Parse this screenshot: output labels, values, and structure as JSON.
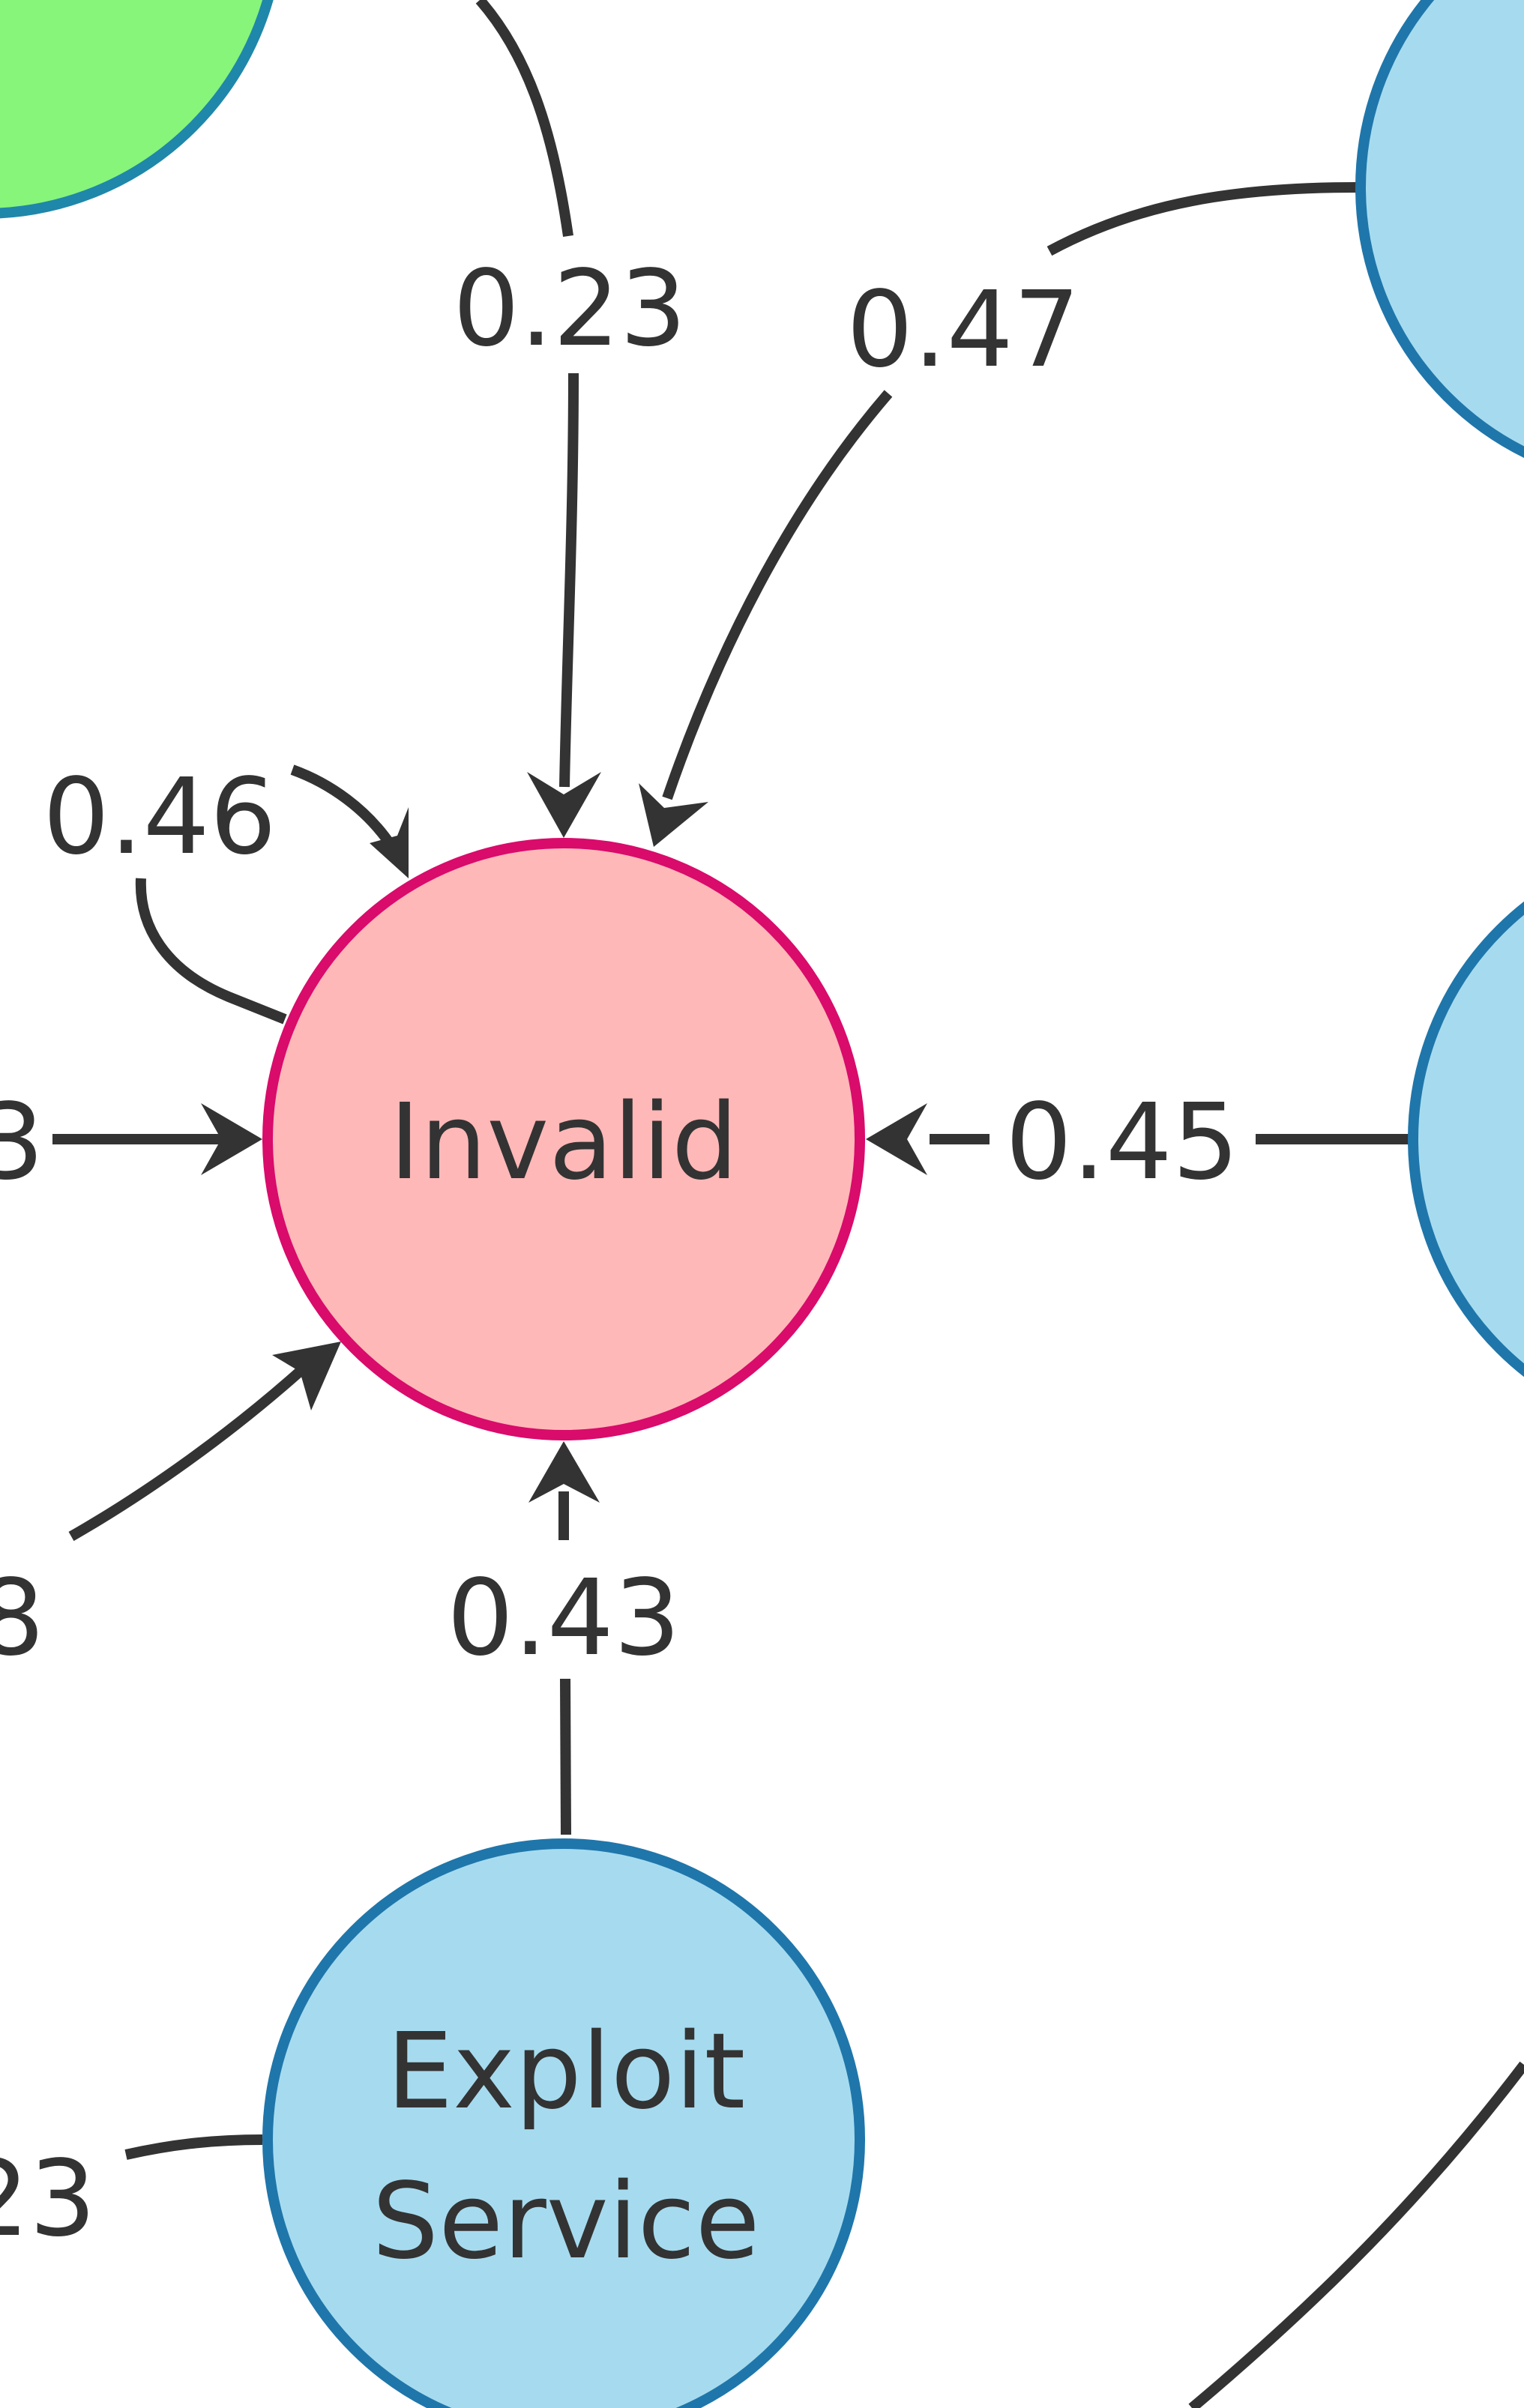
{
  "colors": {
    "edge": "#333333",
    "invalid_fill": "#FFB8B8",
    "invalid_stroke": "#D90B6B",
    "blue_fill": "#A6DBEF",
    "blue_stroke": "#1F76AA",
    "green_fill": "#86F57A",
    "green_stroke": "#1F87AA"
  },
  "nodes": {
    "invalid": {
      "label": "Invalid"
    },
    "exploit_service": {
      "line1": "Exploit",
      "line2": "Service"
    }
  },
  "edge_labels": {
    "top_left": "0.23",
    "top_right": "0.47",
    "self_loop": "0.46",
    "right": "0.45",
    "bottom": "0.43",
    "left_partial": "3",
    "lower_left_partial": "8",
    "bottom_left_partial": "23"
  }
}
